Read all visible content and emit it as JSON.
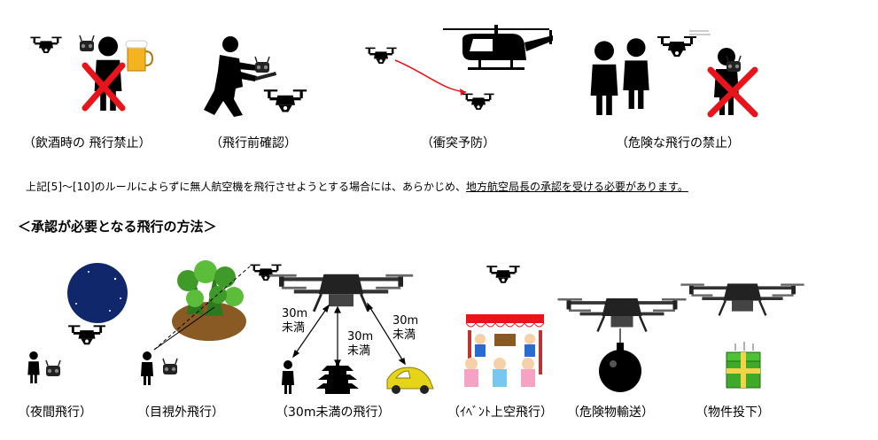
{
  "top_captions": [
    "（飲酒時の 飛行禁止）",
    "（飛行前確認）",
    "（衝突予防）",
    "（危険な飛行の禁止）"
  ],
  "note": {
    "prefix": "上記[5]～[10]のルールによらずに無人航空機を飛行させようとする場合には、あらかじめ、",
    "underlined": "地方航空局長の承認を受ける必要があります。"
  },
  "section_heading": "＜承認が必要となる飛行の方法＞",
  "bottom_captions": [
    "（夜間飛行）",
    "（目視外飛行）",
    "（30m未満の飛行）",
    "（ｲﾍﾞﾝﾄ上空飛行）",
    "（危険物輸送）",
    "（物件投下）"
  ],
  "distance_labels": [
    {
      "value": "30m",
      "unit": "未満"
    },
    {
      "value": "30m",
      "unit": "未満"
    },
    {
      "value": "30m",
      "unit": "未満"
    }
  ],
  "colors": {
    "cross": "#e8141b",
    "path_arrow": "#e8141b",
    "night_sky": "#10286b",
    "tree": "#3f9a2a",
    "ground": "#8a5a24",
    "car": "#e6d418"
  },
  "icons": [
    "drone-icon",
    "person-icon",
    "helicopter-icon",
    "beer-icon",
    "controller-icon",
    "moon-icon",
    "forest-icon",
    "pagoda-icon",
    "car-icon",
    "festival-stall-icon",
    "bomb-icon",
    "gift-box-icon"
  ]
}
